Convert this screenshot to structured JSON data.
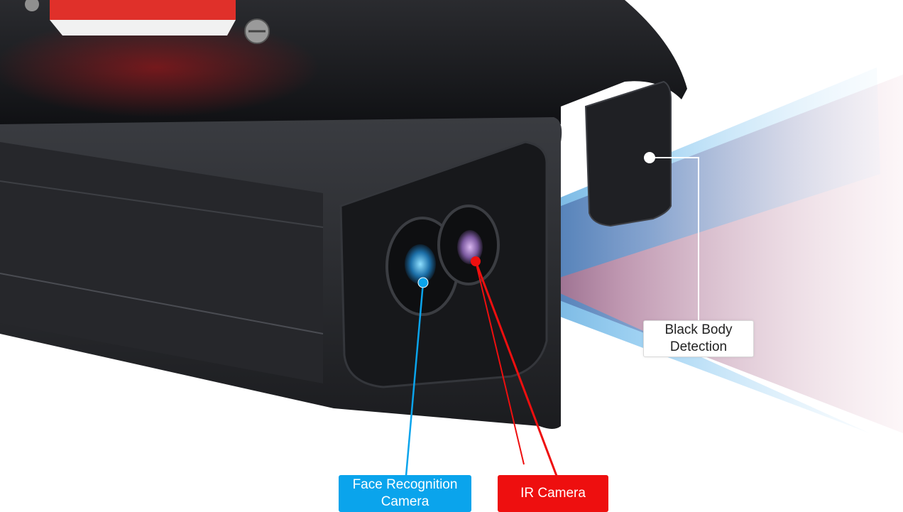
{
  "labels": {
    "black_body": "Black Body\nDetection",
    "face_recognition": "Face Recognition\nCamera",
    "ir_camera": "IR Camera"
  },
  "colors": {
    "face_blue": "#0aa4ec",
    "ir_red": "#ee0f0f",
    "callout_white": "#ffffff",
    "device_black": "#1c1d20",
    "sticker_red": "#e0302a"
  }
}
